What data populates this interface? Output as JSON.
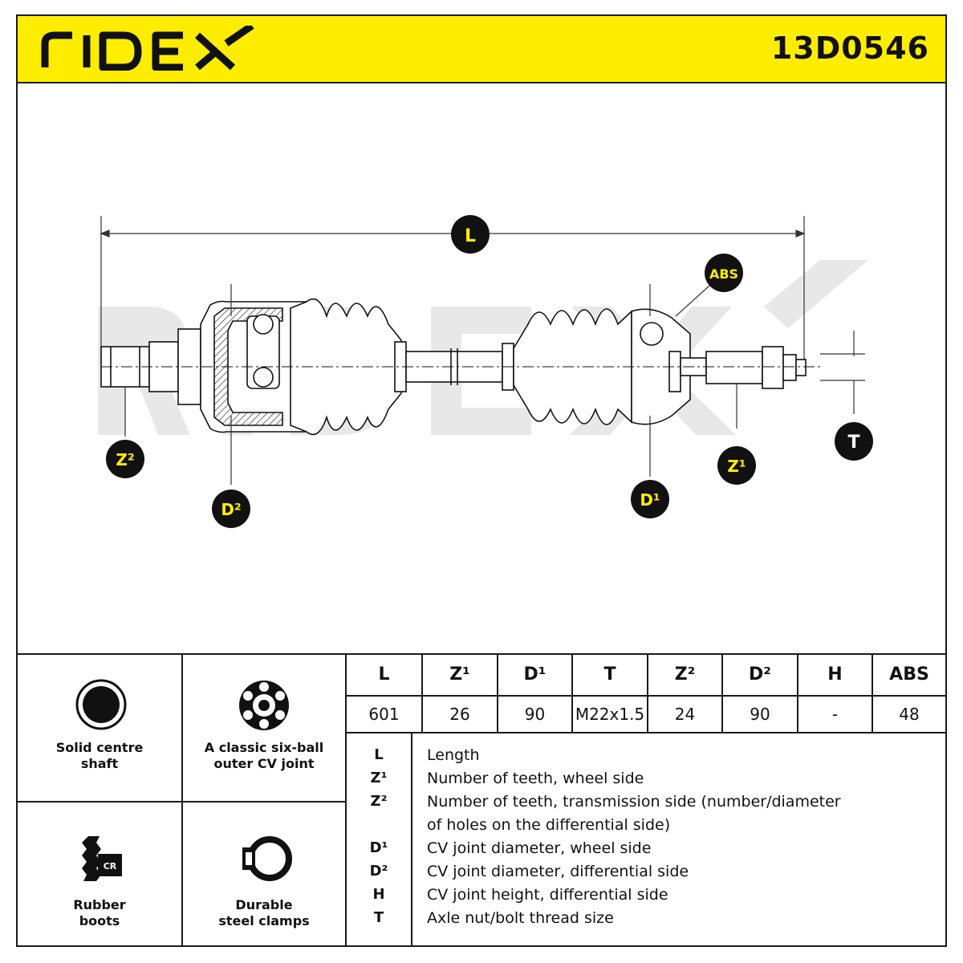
{
  "header": {
    "brand": "RIDEX",
    "part_number": "13D0546"
  },
  "diagram": {
    "watermark": "RIDEX",
    "callouts": {
      "length": "L",
      "abs": "ABS",
      "teeth_transmission": "Z²",
      "cv_diameter_differential": "D²",
      "cv_diameter_wheel": "D¹",
      "teeth_wheel": "Z¹",
      "thread": "T"
    }
  },
  "features": [
    {
      "label_line1": "Solid centre",
      "label_line2": "shaft",
      "icon": "solid-shaft-icon"
    },
    {
      "label_line1": "A classic six-ball",
      "label_line2": "outer CV joint",
      "icon": "six-ball-joint-icon"
    },
    {
      "label_line1": "Rubber",
      "label_line2": "boots",
      "icon": "rubber-boot-icon",
      "badge": "CR"
    },
    {
      "label_line1": "Durable",
      "label_line2": "steel clamps",
      "icon": "steel-clamp-icon"
    }
  ],
  "specs": {
    "headers": [
      "L",
      "Z¹",
      "D¹",
      "T",
      "Z²",
      "D²",
      "H",
      "ABS"
    ],
    "values": [
      "601",
      "26",
      "90",
      "M22x1.5",
      "24",
      "90",
      "-",
      "48"
    ]
  },
  "legend": [
    {
      "key": "L",
      "text": "Length"
    },
    {
      "key": "Z¹",
      "text": "Number of teeth, wheel side"
    },
    {
      "key": "Z²",
      "text": "Number of teeth, transmission side (number/diameter"
    },
    {
      "key": "",
      "text": "of holes on the differential side)"
    },
    {
      "key": "D¹",
      "text": "CV joint diameter, wheel side"
    },
    {
      "key": "D²",
      "text": "CV joint diameter, differential side"
    },
    {
      "key": "H",
      "text": "CV joint height, differential side"
    },
    {
      "key": "T",
      "text": "Axle nut/bolt thread size"
    }
  ],
  "colors": {
    "brand_yellow": "#ffed00",
    "ink": "#111111",
    "watermark": "#e6e6e6"
  }
}
